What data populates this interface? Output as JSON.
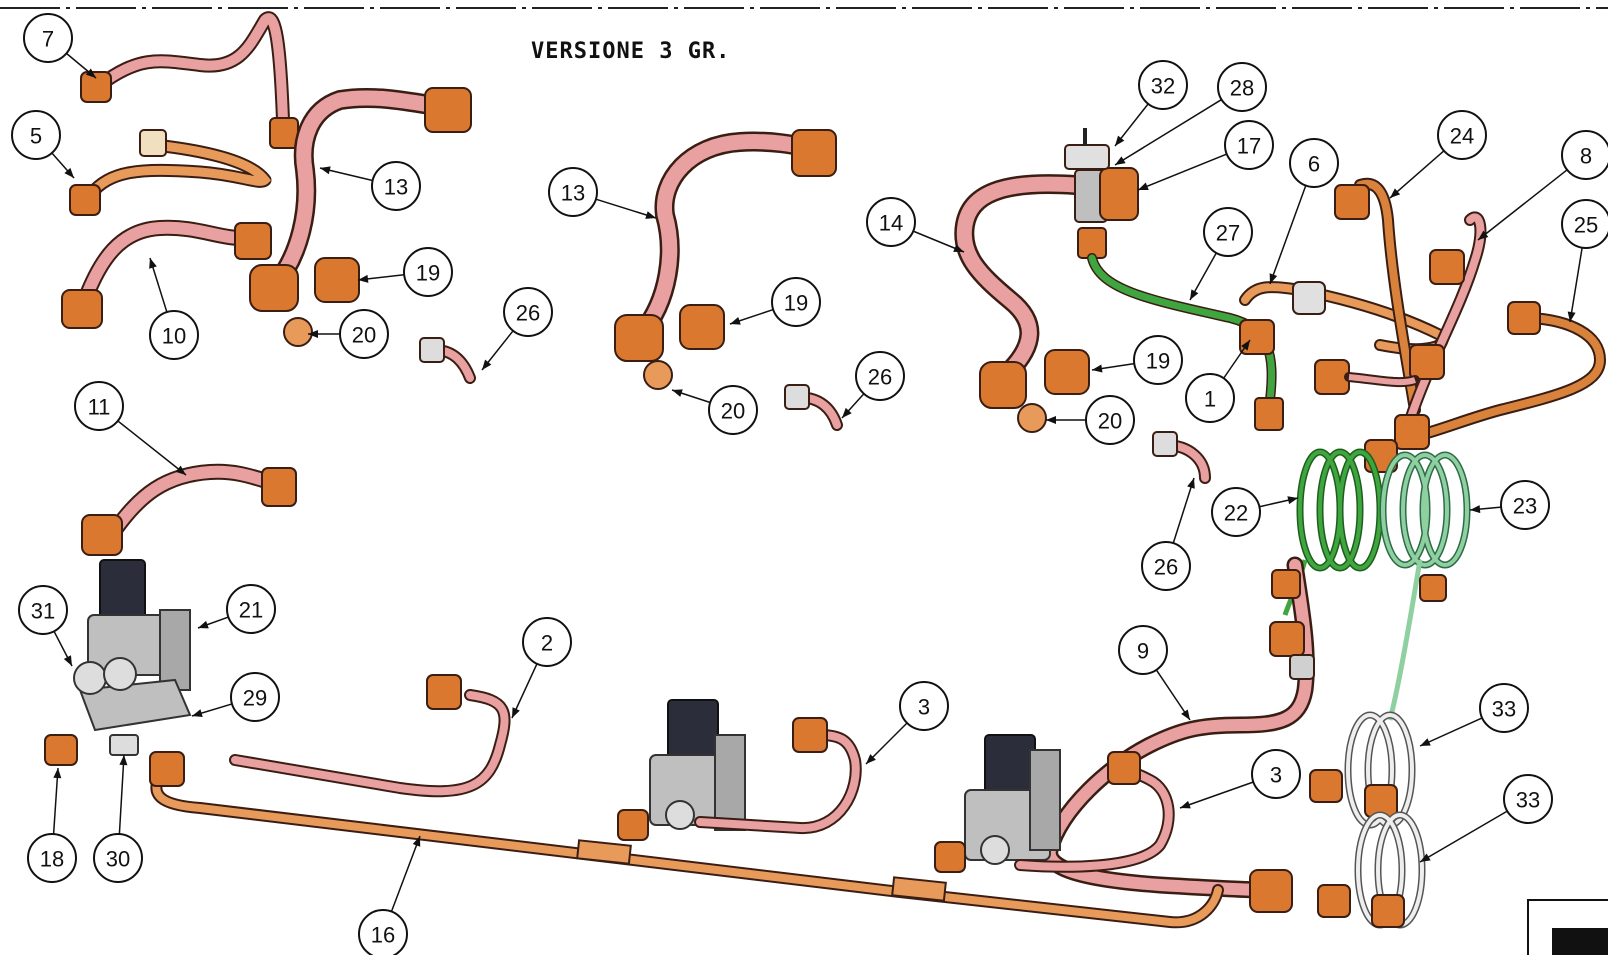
{
  "title": "VERSIONE 3 GR.",
  "colors": {
    "pipe_pink": "#e8a0a0",
    "pipe_orange": "#e89a5a",
    "pipe_copper": "#d9823b",
    "fitting": "#d9782e",
    "pipe_green": "#3fa63f",
    "coil_light_green": "#8fd0a0",
    "coil_white": "#e8e8e8",
    "valve_grey": "#bfbfbf",
    "valve_dark": "#2b2e3a"
  },
  "balloons": [
    {
      "id": "b7",
      "label": "7"
    },
    {
      "id": "b5",
      "label": "5"
    },
    {
      "id": "b10",
      "label": "10"
    },
    {
      "id": "b13a",
      "label": "13"
    },
    {
      "id": "b19a",
      "label": "19"
    },
    {
      "id": "b20a",
      "label": "20"
    },
    {
      "id": "b26a",
      "label": "26"
    },
    {
      "id": "b13b",
      "label": "13"
    },
    {
      "id": "b19b",
      "label": "19"
    },
    {
      "id": "b20b",
      "label": "20"
    },
    {
      "id": "b26b",
      "label": "26"
    },
    {
      "id": "b14",
      "label": "14"
    },
    {
      "id": "b19c",
      "label": "19"
    },
    {
      "id": "b20c",
      "label": "20"
    },
    {
      "id": "b26c",
      "label": "26"
    },
    {
      "id": "b32",
      "label": "32"
    },
    {
      "id": "b28",
      "label": "28"
    },
    {
      "id": "b17",
      "label": "17"
    },
    {
      "id": "b6",
      "label": "6"
    },
    {
      "id": "b27",
      "label": "27"
    },
    {
      "id": "b24",
      "label": "24"
    },
    {
      "id": "b8",
      "label": "8"
    },
    {
      "id": "b25",
      "label": "25"
    },
    {
      "id": "b1",
      "label": "1"
    },
    {
      "id": "b22",
      "label": "22"
    },
    {
      "id": "b23",
      "label": "23"
    },
    {
      "id": "b11",
      "label": "11"
    },
    {
      "id": "b31",
      "label": "31"
    },
    {
      "id": "b21",
      "label": "21"
    },
    {
      "id": "b29",
      "label": "29"
    },
    {
      "id": "b18",
      "label": "18"
    },
    {
      "id": "b30",
      "label": "30"
    },
    {
      "id": "b2",
      "label": "2"
    },
    {
      "id": "b3a",
      "label": "3"
    },
    {
      "id": "b9",
      "label": "9"
    },
    {
      "id": "b3b",
      "label": "3"
    },
    {
      "id": "b16",
      "label": "16"
    },
    {
      "id": "b33a",
      "label": "33"
    },
    {
      "id": "b33b",
      "label": "33"
    }
  ]
}
